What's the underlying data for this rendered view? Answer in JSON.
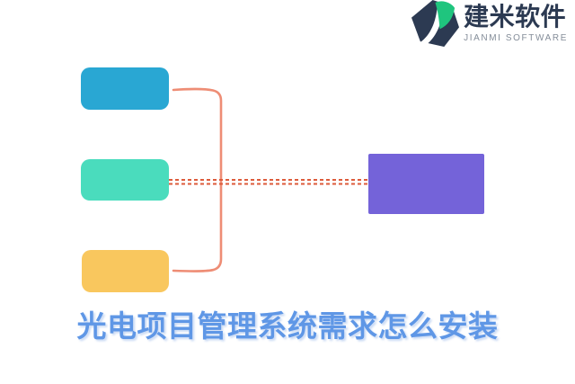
{
  "logo": {
    "name_zh": "建米软件",
    "name_en": "JIANMI SOFTWARE",
    "mark_colors": {
      "navy": "#2C3A52",
      "green": "#1FC57E"
    },
    "text_color": "#2C3A52",
    "subtext_color": "#848D99"
  },
  "title": {
    "text": "光电项目管理系统需求怎么安装",
    "color": "#5F97E6"
  },
  "diagram": {
    "nodes": [
      {
        "id": "node-top",
        "color": "#29A7D3"
      },
      {
        "id": "node-middle",
        "color": "#4ADCBD"
      },
      {
        "id": "node-bottom",
        "color": "#F9C75E"
      },
      {
        "id": "node-result",
        "color": "#7463D9"
      }
    ],
    "bracket_color": "#EE8D75",
    "dashed_color": "#DD5B3B"
  }
}
